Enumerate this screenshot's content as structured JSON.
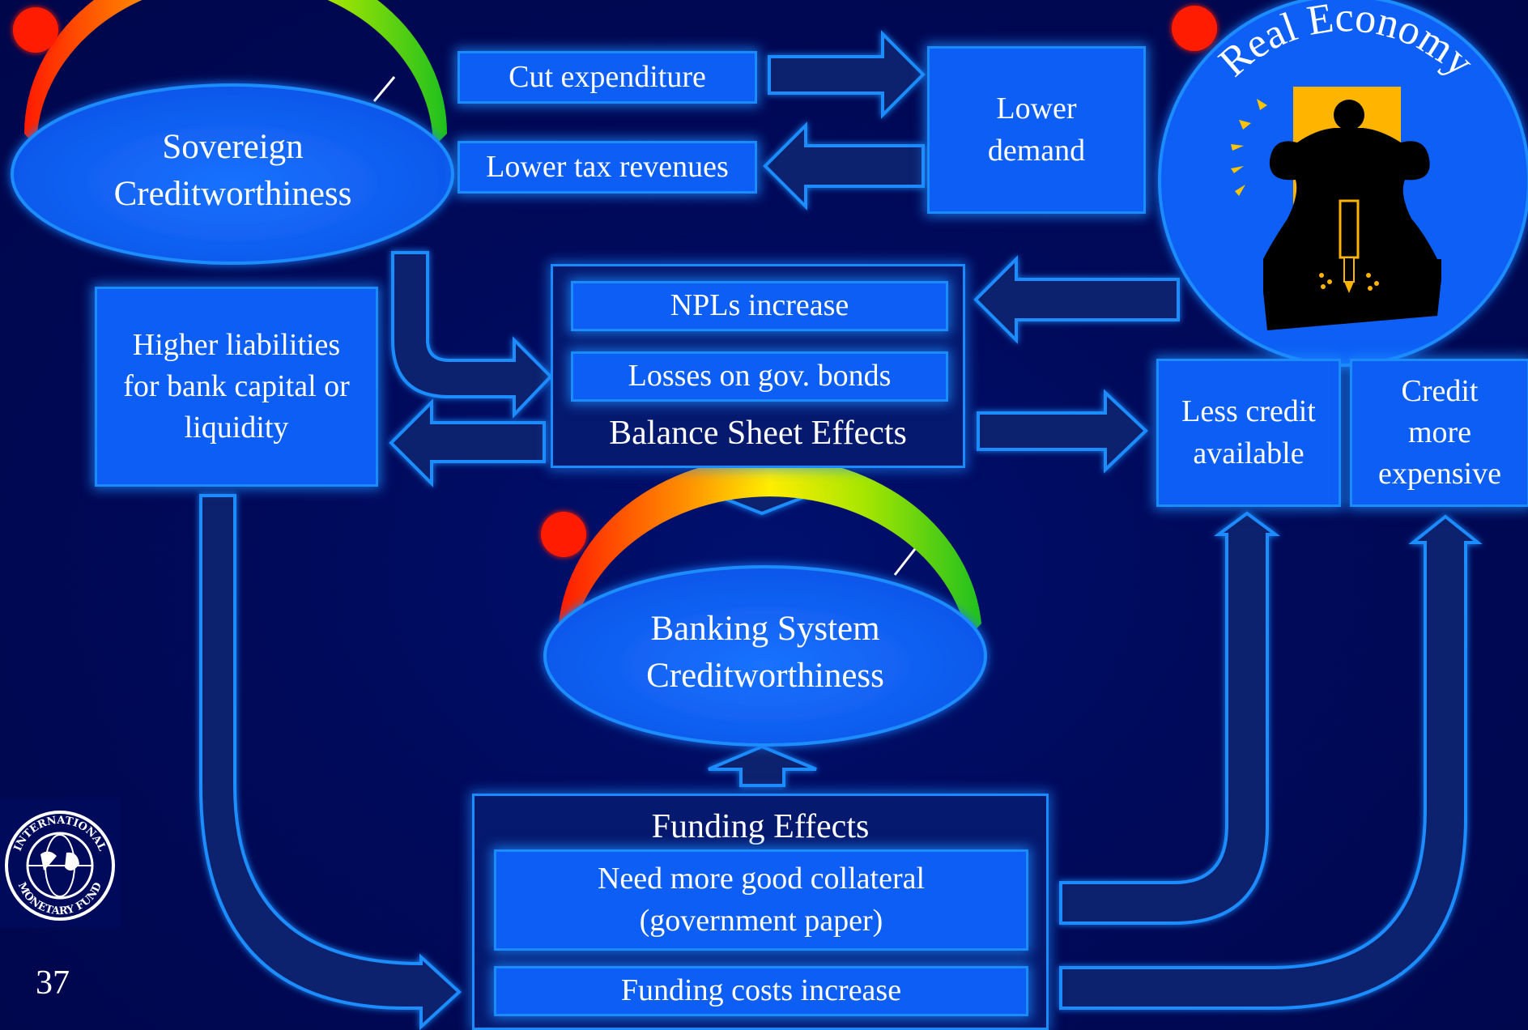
{
  "sovereign": {
    "line1": "Sovereign",
    "line2": "Creditworthiness"
  },
  "banking": {
    "line1": "Banking System",
    "line2": "Creditworthiness"
  },
  "real_economy": {
    "title": "Real Economy"
  },
  "boxes": {
    "cut_expenditure": "Cut expenditure",
    "lower_tax": "Lower tax revenues",
    "lower_demand_1": "Lower",
    "lower_demand_2": "demand",
    "higher_liab_1": "Higher liabilities",
    "higher_liab_2": "for bank capital or",
    "higher_liab_3": "liquidity",
    "npls": "NPLs increase",
    "losses": "Losses on gov. bonds",
    "less_credit_1": "Less credit",
    "less_credit_2": "available",
    "credit_exp_1": "Credit",
    "credit_exp_2": "more",
    "credit_exp_3": "expensive",
    "collateral_1": "Need more good collateral",
    "collateral_2": "(government paper)",
    "funding_costs": "Funding costs increase"
  },
  "panels": {
    "balance_sheet": "Balance Sheet Effects",
    "funding": "Funding Effects"
  },
  "logo": {
    "top": "INTERNATIONAL",
    "bottom": "MONETARY FUND"
  },
  "page_number": "37",
  "colors": {
    "background": "#000a5a",
    "box_fill": "#0d5ef5",
    "box_border": "#1a8cff",
    "panel_fill": "#05196e",
    "arrow_fill": "#08246e",
    "gauge_red": "#ff2a00",
    "gauge_yellow": "#ffe600",
    "gauge_green": "#22cc22",
    "alert_dot": "#ff1a00",
    "worker_bg": "#ffb400"
  }
}
